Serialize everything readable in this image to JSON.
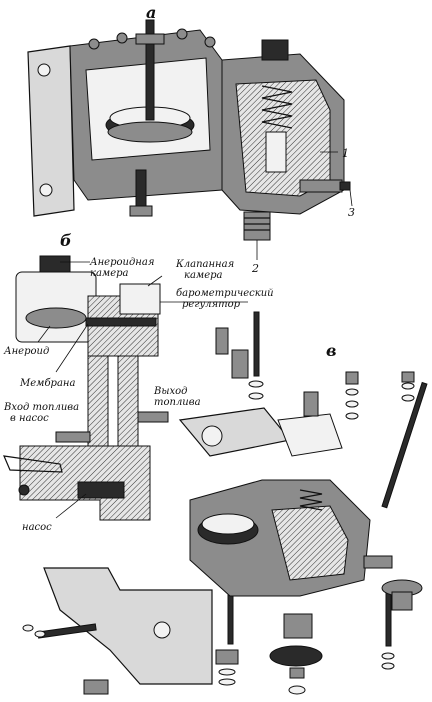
{
  "figure": {
    "section_labels": {
      "a": "а",
      "b": "б",
      "v": "в"
    },
    "callouts_a": {
      "c1": "1",
      "c2": "2",
      "c3": "3"
    },
    "labels_b": {
      "aneroid_chamber": [
        "Анероидная",
        "камера"
      ],
      "valve_chamber": [
        "Клапанная",
        "камера"
      ],
      "barometric_regulator": [
        "барометрический",
        "регулятор"
      ],
      "aneroid": "Анероид",
      "membrane": "Мембрана",
      "fuel_outlet": [
        "Выход",
        "топлива"
      ],
      "fuel_inlet": [
        "Вход топлива",
        "в насос"
      ],
      "pump": "насос"
    }
  }
}
